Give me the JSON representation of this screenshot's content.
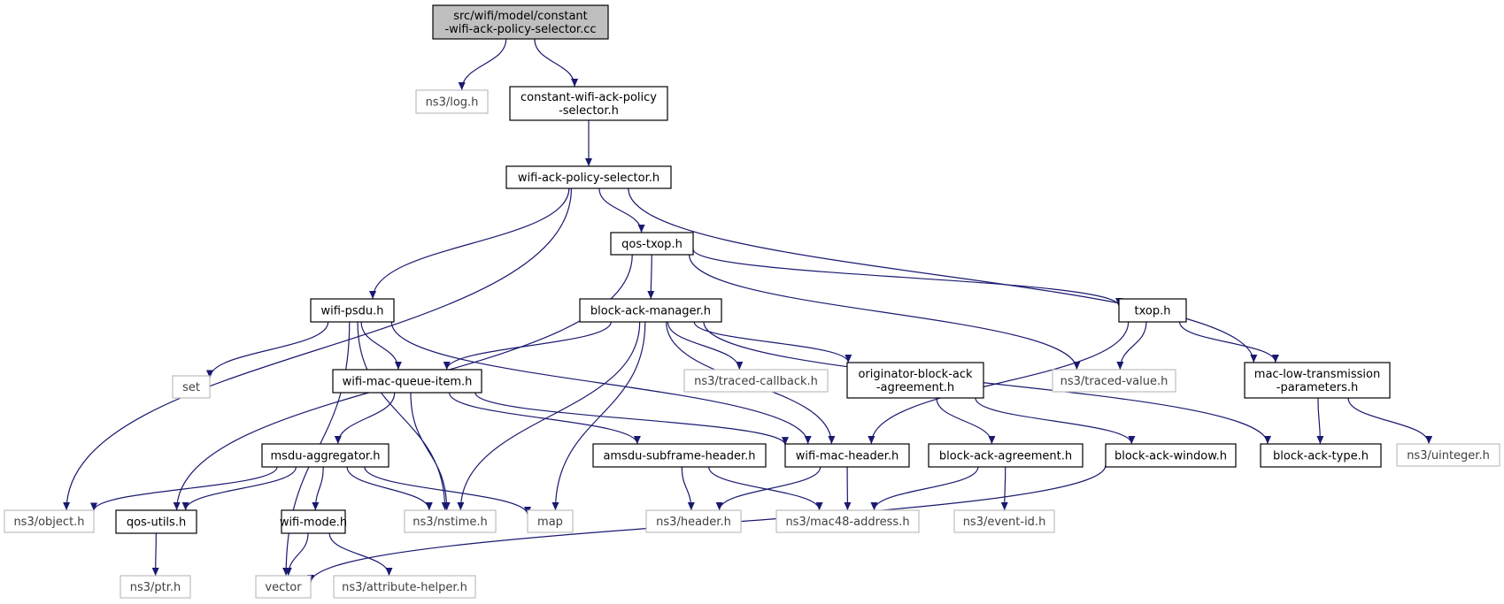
{
  "colors": {
    "edge": "#191970",
    "root_fill": "#bfbfbf",
    "documented_stroke": "#000000",
    "undocumented_stroke": "#bfbfbf",
    "documented_text": "#000000",
    "undocumented_text": "#3f3f3f"
  },
  "nodes": [
    {
      "id": "root",
      "lines": [
        "src/wifi/model/constant",
        "-wifi-ack-policy-selector.cc"
      ],
      "kind": "root"
    },
    {
      "id": "log",
      "lines": [
        "ns3/log.h"
      ],
      "kind": "external"
    },
    {
      "id": "cwaps",
      "lines": [
        "constant-wifi-ack-policy",
        "-selector.h"
      ],
      "kind": "documented"
    },
    {
      "id": "waps",
      "lines": [
        "wifi-ack-policy-selector.h"
      ],
      "kind": "documented"
    },
    {
      "id": "qostxop",
      "lines": [
        "qos-txop.h"
      ],
      "kind": "documented"
    },
    {
      "id": "psdu",
      "lines": [
        "wifi-psdu.h"
      ],
      "kind": "documented"
    },
    {
      "id": "bam",
      "lines": [
        "block-ack-manager.h"
      ],
      "kind": "documented"
    },
    {
      "id": "txop",
      "lines": [
        "txop.h"
      ],
      "kind": "documented"
    },
    {
      "id": "set",
      "lines": [
        "set"
      ],
      "kind": "external"
    },
    {
      "id": "wmqi",
      "lines": [
        "wifi-mac-queue-item.h"
      ],
      "kind": "documented"
    },
    {
      "id": "tcb",
      "lines": [
        "ns3/traced-callback.h"
      ],
      "kind": "external"
    },
    {
      "id": "oba",
      "lines": [
        "originator-block-ack",
        "-agreement.h"
      ],
      "kind": "documented"
    },
    {
      "id": "tv",
      "lines": [
        "ns3/traced-value.h"
      ],
      "kind": "external"
    },
    {
      "id": "mltp",
      "lines": [
        "mac-low-transmission",
        "-parameters.h"
      ],
      "kind": "documented"
    },
    {
      "id": "msdu",
      "lines": [
        "msdu-aggregator.h"
      ],
      "kind": "documented"
    },
    {
      "id": "amsdu",
      "lines": [
        "amsdu-subframe-header.h"
      ],
      "kind": "documented"
    },
    {
      "id": "wmh",
      "lines": [
        "wifi-mac-header.h"
      ],
      "kind": "documented"
    },
    {
      "id": "baa",
      "lines": [
        "block-ack-agreement.h"
      ],
      "kind": "documented"
    },
    {
      "id": "baw",
      "lines": [
        "block-ack-window.h"
      ],
      "kind": "documented"
    },
    {
      "id": "batype",
      "lines": [
        "block-ack-type.h"
      ],
      "kind": "documented"
    },
    {
      "id": "uint",
      "lines": [
        "ns3/uinteger.h"
      ],
      "kind": "external"
    },
    {
      "id": "object",
      "lines": [
        "ns3/object.h"
      ],
      "kind": "external"
    },
    {
      "id": "qosutils",
      "lines": [
        "qos-utils.h"
      ],
      "kind": "documented"
    },
    {
      "id": "wmode",
      "lines": [
        "wifi-mode.h"
      ],
      "kind": "documented"
    },
    {
      "id": "nstime",
      "lines": [
        "ns3/nstime.h"
      ],
      "kind": "external"
    },
    {
      "id": "map",
      "lines": [
        "map"
      ],
      "kind": "external"
    },
    {
      "id": "header",
      "lines": [
        "ns3/header.h"
      ],
      "kind": "external"
    },
    {
      "id": "mac48",
      "lines": [
        "ns3/mac48-address.h"
      ],
      "kind": "external"
    },
    {
      "id": "eventid",
      "lines": [
        "ns3/event-id.h"
      ],
      "kind": "external"
    },
    {
      "id": "ptr",
      "lines": [
        "ns3/ptr.h"
      ],
      "kind": "external"
    },
    {
      "id": "vector",
      "lines": [
        "vector"
      ],
      "kind": "external"
    },
    {
      "id": "attr",
      "lines": [
        "ns3/attribute-helper.h"
      ],
      "kind": "external"
    }
  ],
  "edges": [
    [
      "root",
      "log"
    ],
    [
      "root",
      "cwaps"
    ],
    [
      "cwaps",
      "waps"
    ],
    [
      "waps",
      "object"
    ],
    [
      "waps",
      "psdu"
    ],
    [
      "waps",
      "qostxop"
    ],
    [
      "waps",
      "mltp"
    ],
    [
      "qostxop",
      "qosutils"
    ],
    [
      "qostxop",
      "bam"
    ],
    [
      "qostxop",
      "txop"
    ],
    [
      "qostxop",
      "tv"
    ],
    [
      "psdu",
      "set"
    ],
    [
      "psdu",
      "wmqi"
    ],
    [
      "psdu",
      "nstime"
    ],
    [
      "psdu",
      "vector"
    ],
    [
      "psdu",
      "wmh"
    ],
    [
      "bam",
      "wmqi"
    ],
    [
      "bam",
      "nstime"
    ],
    [
      "bam",
      "map"
    ],
    [
      "bam",
      "wmh"
    ],
    [
      "bam",
      "tcb"
    ],
    [
      "bam",
      "oba"
    ],
    [
      "bam",
      "batype"
    ],
    [
      "txop",
      "tv"
    ],
    [
      "txop",
      "wmh"
    ],
    [
      "txop",
      "mltp"
    ],
    [
      "wmqi",
      "msdu"
    ],
    [
      "wmqi",
      "nstime"
    ],
    [
      "wmqi",
      "amsdu"
    ],
    [
      "wmqi",
      "wmh"
    ],
    [
      "oba",
      "baa"
    ],
    [
      "oba",
      "baw"
    ],
    [
      "mltp",
      "batype"
    ],
    [
      "mltp",
      "uint"
    ],
    [
      "msdu",
      "object"
    ],
    [
      "msdu",
      "qosutils"
    ],
    [
      "msdu",
      "wmode"
    ],
    [
      "msdu",
      "nstime"
    ],
    [
      "msdu",
      "map"
    ],
    [
      "amsdu",
      "header"
    ],
    [
      "amsdu",
      "mac48"
    ],
    [
      "wmh",
      "header"
    ],
    [
      "wmh",
      "mac48"
    ],
    [
      "baa",
      "mac48"
    ],
    [
      "baa",
      "eventid"
    ],
    [
      "baw",
      "vector"
    ],
    [
      "qosutils",
      "ptr"
    ],
    [
      "wmode",
      "vector"
    ],
    [
      "wmode",
      "attr"
    ]
  ]
}
